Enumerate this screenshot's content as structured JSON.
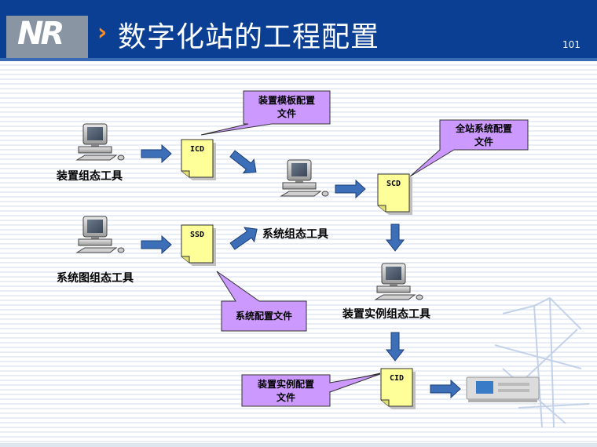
{
  "header": {
    "logo": "NR",
    "title": "数字化站的工程配置",
    "page_number": "101"
  },
  "tools": {
    "device_config": "装置组态工具",
    "system_diagram_config": "系统图组态工具",
    "system_config": "系统组态工具",
    "device_instance_config": "装置实例组态工具"
  },
  "documents": {
    "icd": "ICD",
    "ssd": "SSD",
    "scd": "SCD",
    "cid": "CID"
  },
  "callouts": {
    "template_line1": "装置模板配置",
    "template_line2": "文件",
    "station_line1": "全站系统配置",
    "station_line2": "文件",
    "system_file": "系统配置文件",
    "instance_line1": "装置实例配置",
    "instance_line2": "文件"
  },
  "colors": {
    "header_bg": "#0a3f93",
    "callout_fill": "#cc99ff",
    "document_fill": "#ffff99",
    "arrow_fill": "#3d6fb8"
  }
}
